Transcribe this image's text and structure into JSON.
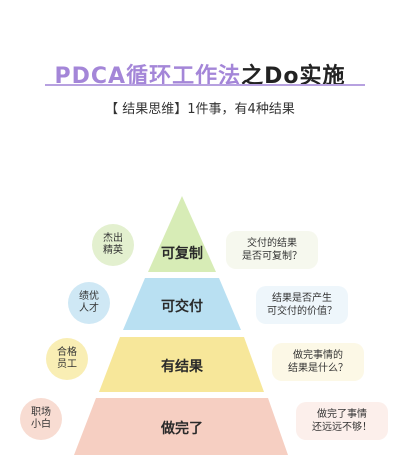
{
  "title": {
    "part1": "PDCA循环工作法",
    "part2": "之Do实施"
  },
  "subtitle": "【 结果思维】1件事，有4种结果",
  "tiers": [
    {
      "label": "可复制",
      "bubble": "杰出\n精英",
      "note": "交付的结果\n是否可复制？"
    },
    {
      "label": "可交付",
      "bubble": "绩优\n人才",
      "note": "结果是否产生\n可交付的价值？"
    },
    {
      "label": "有结果",
      "bubble": "合格\n员工",
      "note": "做完事情的\n结果是什么？"
    },
    {
      "label": "做完了",
      "bubble": "职场\n小白",
      "note": "做完了事情\n还远远不够！"
    }
  ],
  "colors": {
    "tier1": "#d7ecb6",
    "tier2": "#b9e0f2",
    "tier3": "#f7e79a",
    "tier4": "#f6cfc2",
    "accent": "#a486d8"
  }
}
